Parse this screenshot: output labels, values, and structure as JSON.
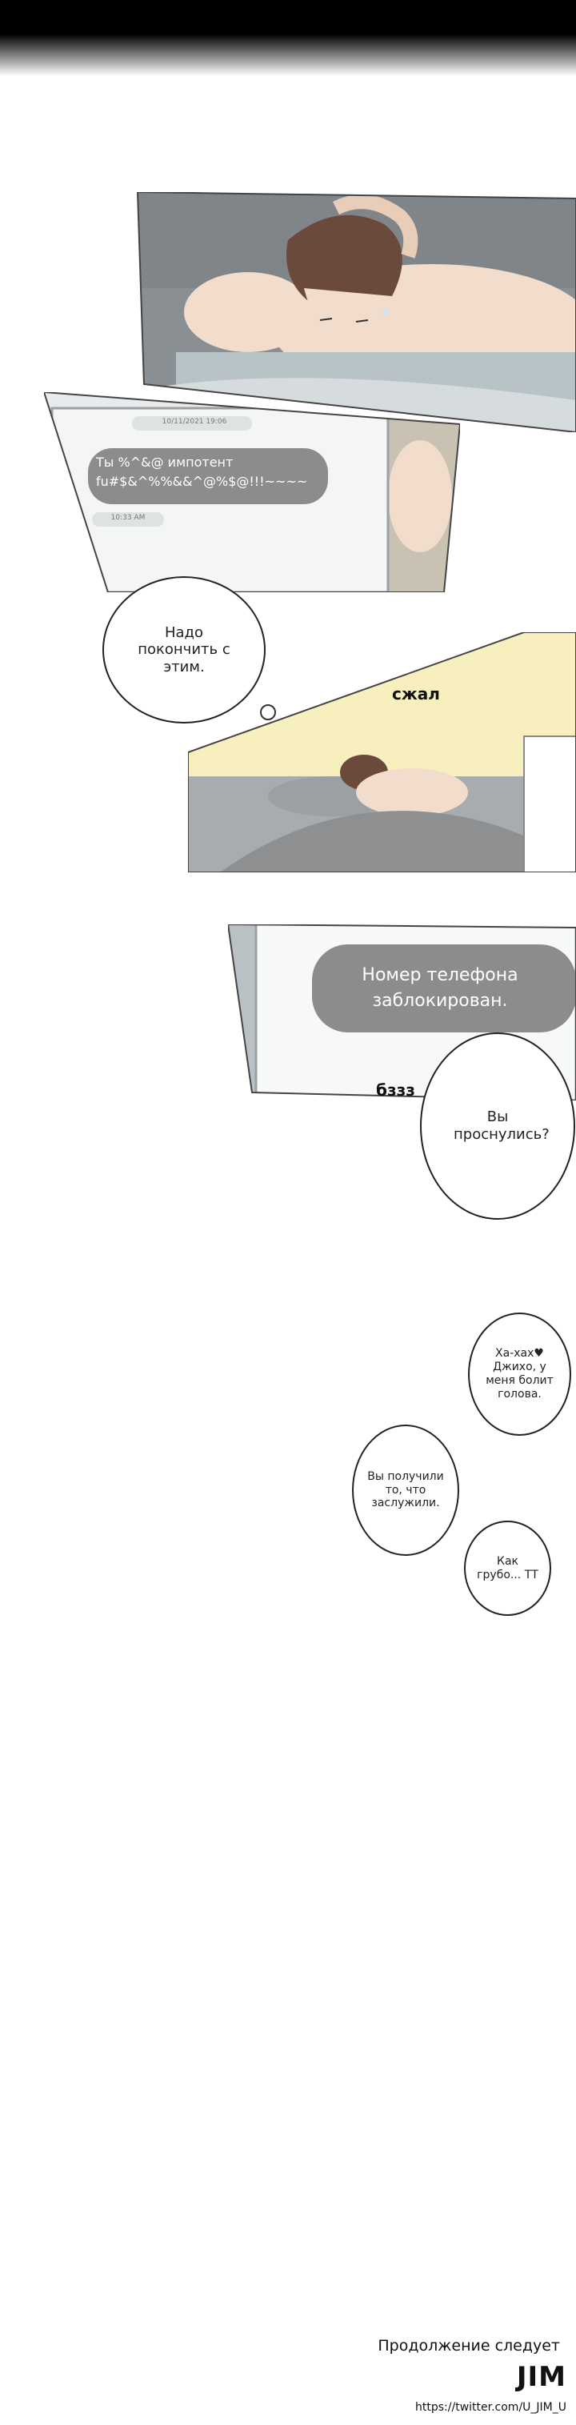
{
  "phone_screen_1": {
    "timestamp_top": "10/11/2021 19:06",
    "message": "Ты %^&@ импотент fu#$&^%%&&^@%$@!!!~~~~",
    "timestamp_bottom": "10:33 AM"
  },
  "bubble_end_it": "Надо покончить с этим.",
  "sfx_squeeze": "сжал",
  "phone_screen_2": {
    "message": "Номер телефона заблокирован."
  },
  "sfx_buzz": "бззз",
  "bubble_awake": "Вы проснулись?",
  "bubble_haha": "Ха-хах♥ Джихо, у меня болит голова.",
  "bubble_deserved": "Вы получили то, что заслужили.",
  "bubble_rude": "Как грубо... ТТ",
  "credits": {
    "to_be_continued": "Продолжение следует",
    "artist": "JIM",
    "url": "https://twitter.com/U_JIM_U"
  },
  "colors": {
    "panel_bg_gray": "#8a8f93",
    "skin": "#f2dccb",
    "hair": "#6b4a3c",
    "yellow_wall": "#f7efbd",
    "bubble_gray": "#8c8c8c"
  }
}
